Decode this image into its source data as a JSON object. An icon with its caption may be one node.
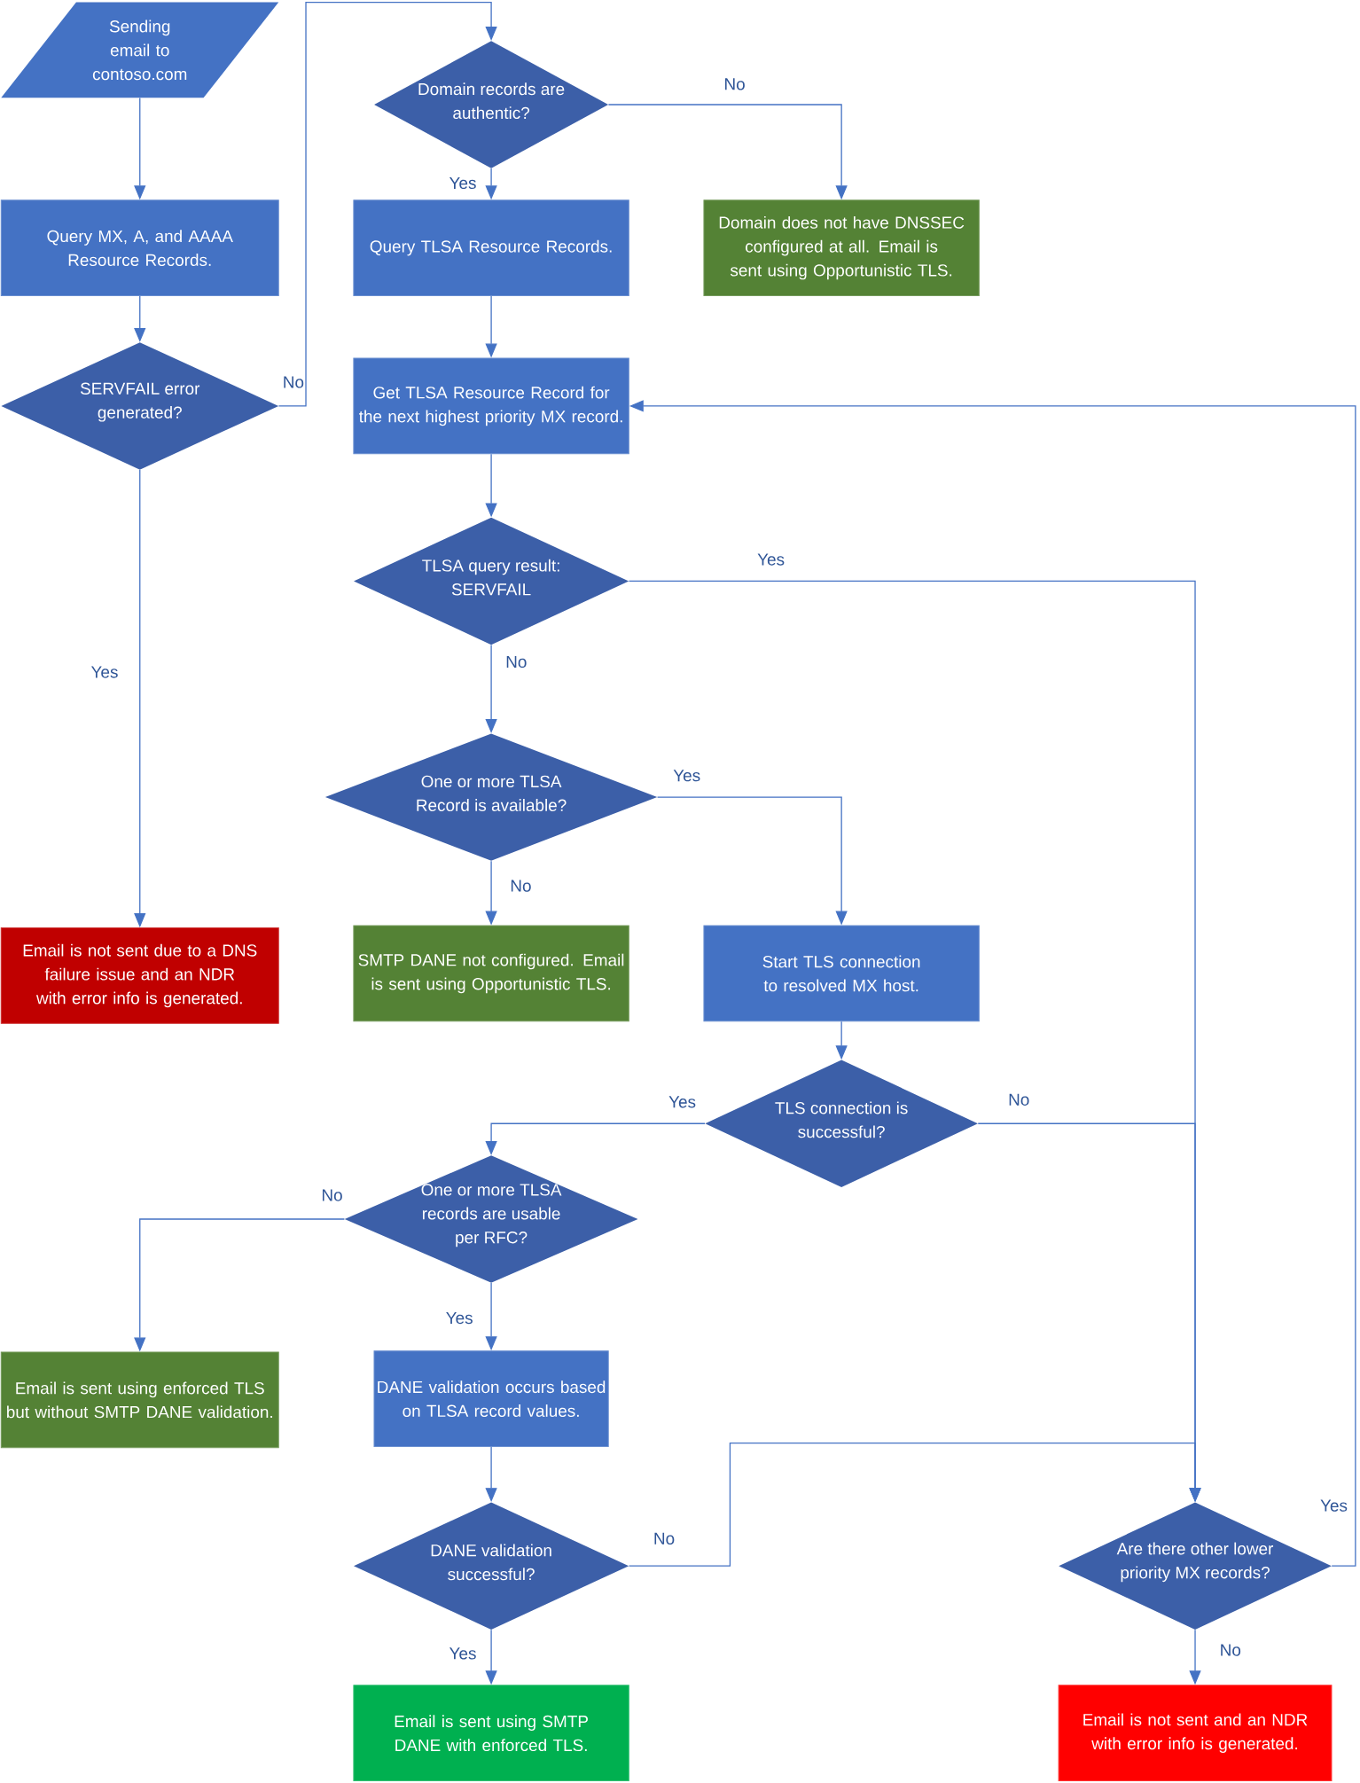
{
  "diagram": {
    "nodes": [
      {
        "text": [
          "Sending email to contoso.com"
        ]
      },
      {
        "text": [
          "Query MX, A, and AAAA Resource Records."
        ]
      },
      {
        "text": [
          "SERVFAIL error generated?"
        ]
      },
      {
        "text": [
          "Domain records are authentic?"
        ]
      },
      {
        "text": [
          "Query TLSA Resource Records."
        ]
      },
      {
        "text": [
          "Domain does not have DNSSEC configured at all. Email is sent using Opportunistic TLS."
        ]
      },
      {
        "text": [
          "Get TLSA Resource Record for the next highest priority MX record."
        ]
      },
      {
        "text": [
          "TLSA query result: SERVFAIL"
        ]
      },
      {
        "text": [
          "One or more TLSA Record is available?"
        ]
      },
      {
        "text": [
          "Email is not sent due to a DNS failure issue and an NDR with error info is generated."
        ]
      },
      {
        "text": [
          "SMTP DANE not configured. Email is sent using Opportunistic TLS."
        ]
      },
      {
        "text": [
          "Start TLS connection to resolved MX host."
        ]
      },
      {
        "text": [
          "TLS connection is successful?"
        ]
      },
      {
        "text": [
          "One or more TLSA records are usable per RFC?"
        ]
      },
      {
        "text": [
          "Email is sent using enforced TLS but without SMTP DANE validation."
        ]
      },
      {
        "text": [
          "DANE validation occurs based on TLSA record values."
        ]
      },
      {
        "text": [
          "DANE validation successful?"
        ]
      },
      {
        "text": [
          "Are there other lower priority MX records?"
        ]
      },
      {
        "text": [
          "Email is sent using SMTP DANE with enforced TLS."
        ]
      },
      {
        "text": [
          "Email is not sent and an NDR with error info is generated."
        ]
      }
    ],
    "edges": [
      {
        "from": 0,
        "to": 1,
        "arrow": "to"
      },
      {
        "from": 1,
        "to": 2,
        "arrow": "to"
      },
      {
        "from": 2,
        "to": 3,
        "arrow": "to",
        "label": "No"
      },
      {
        "from": 2,
        "to": 9,
        "arrow": "to",
        "label": "Yes"
      },
      {
        "from": 3,
        "to": 4,
        "arrow": "to",
        "label": "Yes"
      },
      {
        "from": 3,
        "to": 5,
        "arrow": "to",
        "label": "No"
      },
      {
        "from": 4,
        "to": 6,
        "arrow": "to"
      },
      {
        "from": 6,
        "to": 7,
        "arrow": "to"
      },
      {
        "from": 7,
        "to": 17,
        "arrow": "to",
        "label": "Yes"
      },
      {
        "from": 7,
        "to": 8,
        "arrow": "to",
        "label": "No"
      },
      {
        "from": 8,
        "to": 10,
        "arrow": "to",
        "label": "No"
      },
      {
        "from": 8,
        "to": 11,
        "arrow": "to",
        "label": "Yes"
      },
      {
        "from": 11,
        "to": 12,
        "arrow": "to"
      },
      {
        "from": 12,
        "to": 13,
        "arrow": "to",
        "label": "Yes"
      },
      {
        "from": 12,
        "to": 17,
        "arrow": "to",
        "label": "No"
      },
      {
        "from": 13,
        "to": 14,
        "arrow": "to",
        "label": "No"
      },
      {
        "from": 13,
        "to": 15,
        "arrow": "to",
        "label": "Yes"
      },
      {
        "from": 15,
        "to": 16,
        "arrow": "to"
      },
      {
        "from": 16,
        "to": 17,
        "arrow": "to",
        "label": "No"
      },
      {
        "from": 16,
        "to": 18,
        "arrow": "to",
        "label": "Yes"
      },
      {
        "from": 17,
        "to": 6,
        "arrow": "to",
        "label": "Yes"
      },
      {
        "from": 17,
        "to": 19,
        "arrow": "to",
        "label": "No"
      }
    ]
  }
}
